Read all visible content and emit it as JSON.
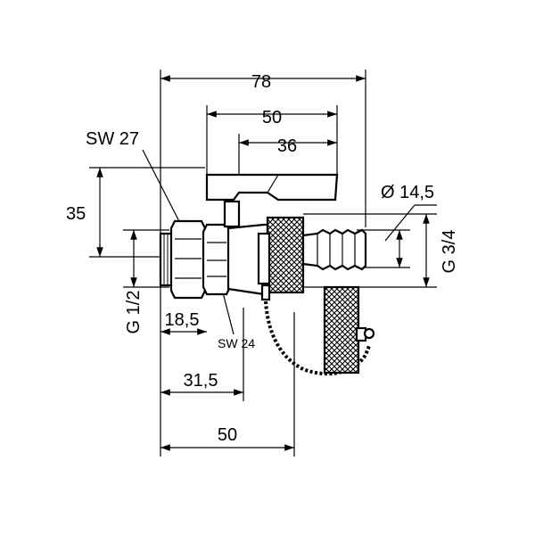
{
  "dimensions": {
    "overall_length": "78",
    "handle_span": "50",
    "lever_length": "36",
    "outlet_diameter": "Ø 14,5",
    "height": "35",
    "wrench_size_nut": "SW 27",
    "wrench_size_body": "SW 24",
    "inlet_thread": "G 1/2",
    "outlet_thread": "G 3/4",
    "inlet_length": "18,5",
    "body_length": "31,5",
    "bottom_length": "50"
  }
}
